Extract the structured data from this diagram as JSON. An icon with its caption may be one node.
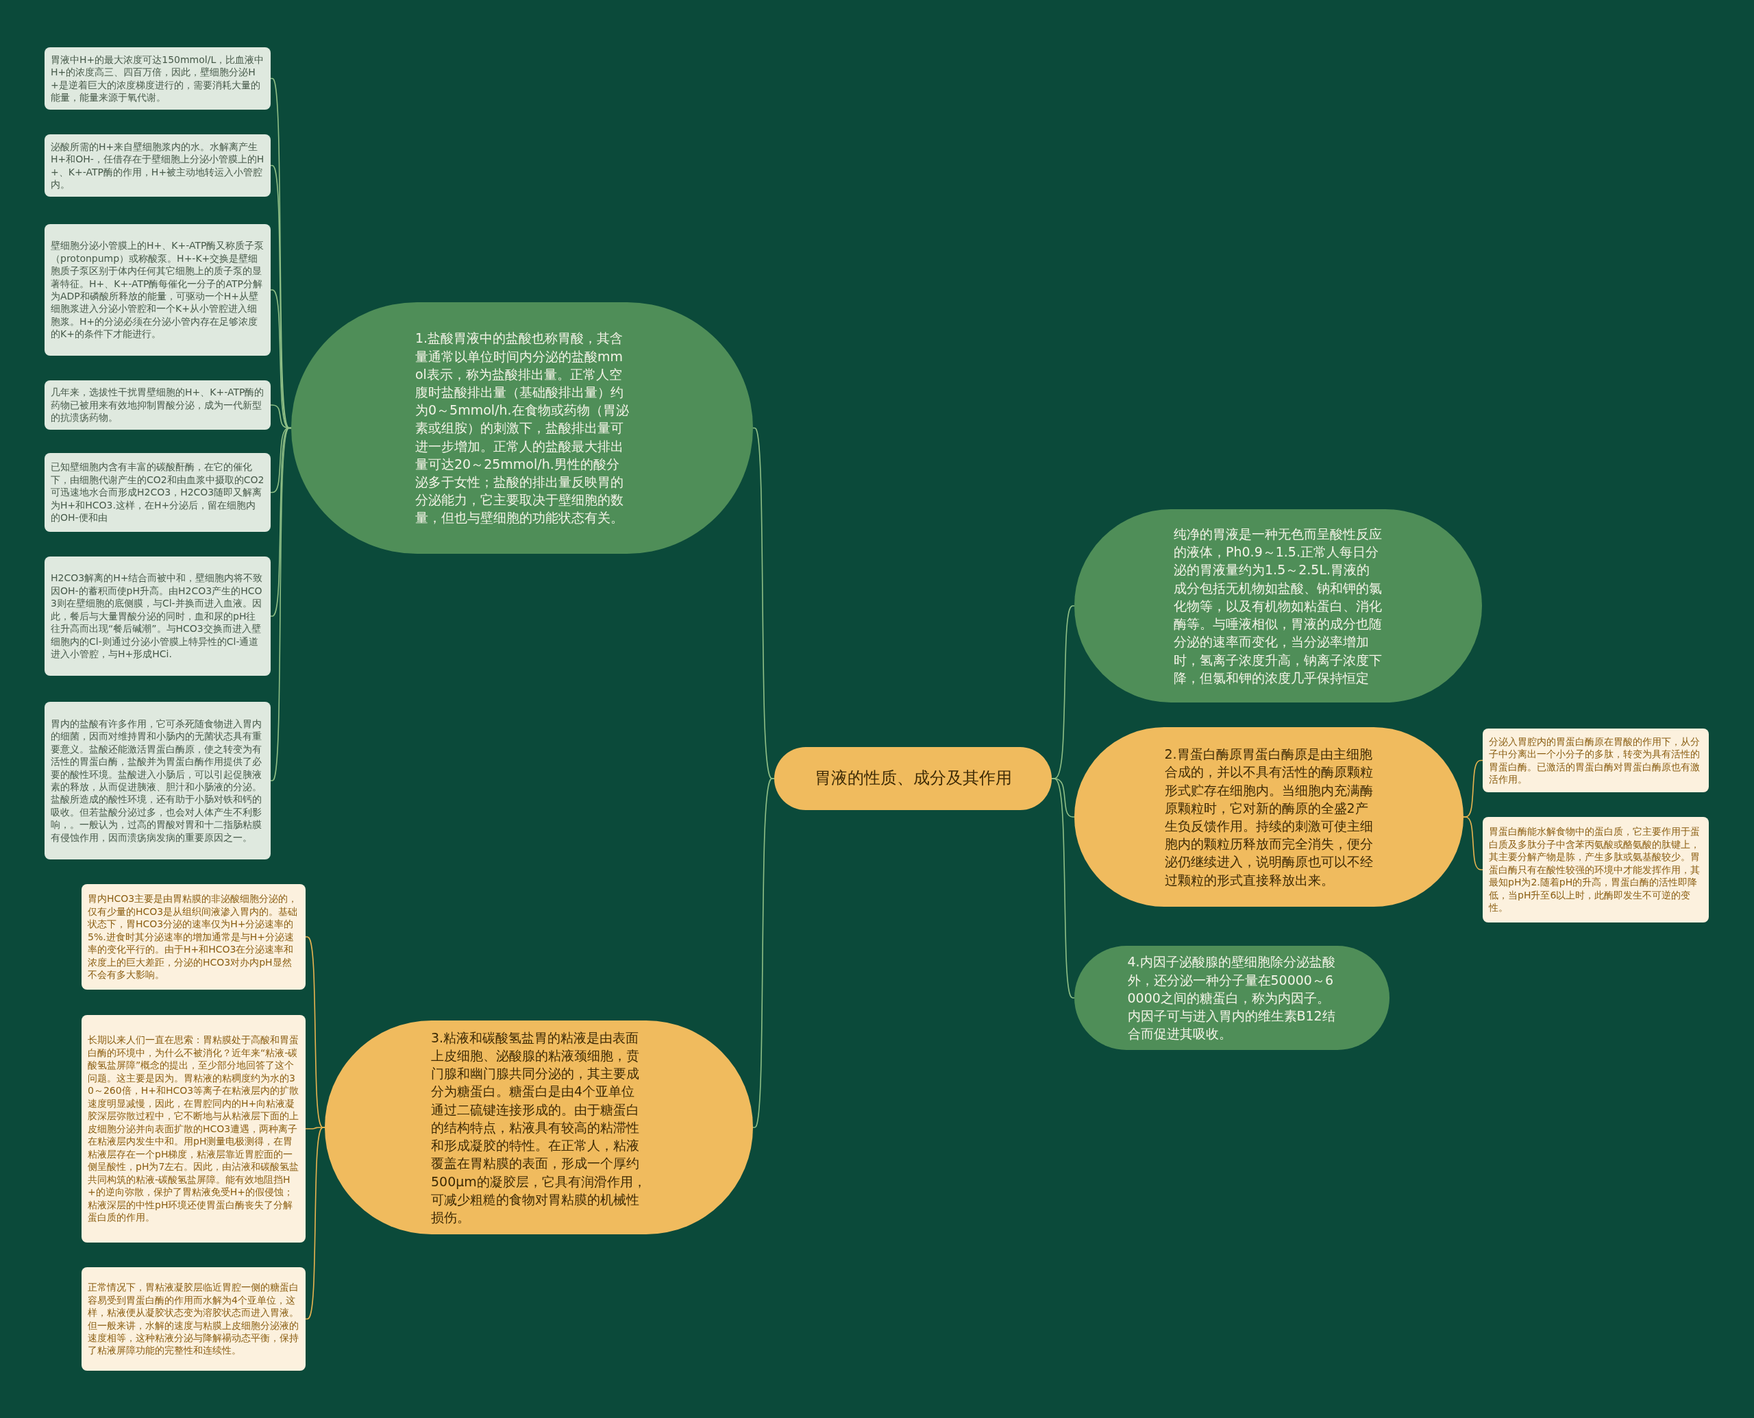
{
  "diagram": {
    "nodes": [
      {
        "text": [
          "胃液的性质、成分及其作用"
        ]
      },
      {
        "text": [
          "1.盐酸胃液中的盐酸也称胃酸，其含量通常以单位时间内分泌的盐酸mmol表示，称为盐酸排出量。正常人空腹时盐酸排出量（基础酸排出量）约为0～5mmol/h.在食物或药物（胃泌素或组胺）的刺激下，盐酸排出量可进一步增加。正常人的盐酸最大排出量可达20～25mmol/h.男性的酸分泌多于女性；盐酸的排出量反映胃的分泌能力，它主要取决于壁细胞的数量，但也与壁细胞的功能状态有关。"
        ]
      },
      {
        "text": [
          "胃液中H+的最大浓度可达150mmol/L，比血液中H+的浓度高三、四百万倍，因此，壁细胞分泌H+是逆着巨大的浓度梯度进行的，需要消耗大量的能量，能量来源于氧代谢。"
        ]
      },
      {
        "text": [
          "泌酸所需的H+来自壁细胞浆内的水。水解离产生H+和OH-，任借存在于壁细胞上分泌小管膜上的H+、K+-ATP酶的作用，H+被主动地转运入小管腔内。"
        ]
      },
      {
        "text": [
          "壁细胞分泌小管膜上的H+、K+-ATP酶又称质子泵（protonpump）或称酸泵。H+-K+交换是壁细胞质子泵区别于体内任何其它细胞上的质子泵的显著特征。H+、K+-ATP酶每催化一分子的ATP分解为ADP和磷酸所释放的能量，可驱动一个H+从壁细胞浆进入分泌小管腔和一个K+从小管腔进入细胞浆。H+的分泌必须在分泌小管内存在足够浓度的K+的条件下才能进行。"
        ]
      },
      {
        "text": [
          "几年来，选拔性干扰胃壁细胞的H+、K+-ATP酶的药物已被用来有效地抑制胃酸分泌，成为一代新型的抗溃疡药物。"
        ]
      },
      {
        "text": [
          "已知壁细胞内含有丰富的碳酸酐酶，在它的催化下，由细胞代谢产生的CO2和由血浆中摄取的CO2可迅速地水合而形成H2CO3，H2CO3随即又解离为H+和HCO3.这样，在H+分泌后，留在细胞内的OH-便和由"
        ]
      },
      {
        "text": [
          "H2CO3解离的H+结合而被中和，壁细胞内将不致因OH-的蓄积而使pH升高。由H2CO3产生的HCO3则在壁细胞的底侧膜，与Cl-并换而进入血液。因此，餐后与大量胃酸分泌的同时，血和尿的pH往往升高而出现“餐后碱潮”。与HCO3交换而进入壁细胞内的Cl-则通过分泌小管膜上特异性的Cl-通道进入小管腔，与H+形成HCi."
        ]
      },
      {
        "text": [
          "胃内的盐酸有许多作用，它可杀死随食物进入胃内的细菌，因而对维持胃和小肠内的无菌状态具有重要意义。盐酸还能激活胃蛋白酶原，使之转变为有活性的胃蛋白酶，盐酸并为胃蛋白酶作用提供了必要的酸性环境。盐酸进入小肠后，可以引起促胰液素的释放，从而促进胰液、胆汁和小肠液的分泌。盐酸所造成的酸性环境，还有助于小肠对铁和钙的吸收。但若盐酸分泌过多，也会对人体产生不利影响，。一般认为，过高的胃酸对胃和十二指肠粘膜有侵蚀作用，因而溃疡病发病的重要原因之一。"
        ]
      },
      {
        "text": [
          "纯净的胃液是一种无色而呈酸性反应的液体，Ph0.9～1.5.正常人每日分泌的胃液量约为1.5～2.5L.胃液的成分包括无机物如盐酸、钠和钾的氯化物等，以及有机物如粘蛋白、消化酶等。与唾液相似，胃液的成分也随分泌的速率而变化，当分泌率增加时，氢离子浓度升高，钠离子浓度下降，但氯和钾的浓度几乎保持恒定"
        ]
      },
      {
        "text": [
          "2.胃蛋白酶原胃蛋白酶原是由主细胞合成的，并以不具有活性的酶原颗粒形式贮存在细胞内。当细胞内充满酶原颗粒时，它对新的酶原的全盛2产生负反馈作用。持续的刺激可使主细胞内的颗粒历释放而完全消失，便分泌仍继续进入，说明酶原也可以不经过颗粒的形式直接释放出来。"
        ]
      },
      {
        "text": [
          "分泌入胃腔内的胃蛋白酶原在胃酸的作用下，从分子中分离出一个小分子的多肽，转变为具有活性的胃蛋白酶。已激活的胃蛋白酶对胃蛋白酶原也有激活作用。"
        ]
      },
      {
        "text": [
          "胃蛋白酶能水解食物中的蛋白质，它主要作用于蛋白质及多肽分子中含苯丙氨酸或酪氨酸的肽键上，其主要分解产物是胨，产生多肽或氨基酸较少。胃蛋白酶只有在酸性较强的环境中才能发挥作用，其最知pH为2.随着pH的升高，胃蛋白酶的活性即降低，当pH升至6以上时，此酶即发生不可逆的变性。"
        ]
      },
      {
        "text": [
          "4.内因子泌酸腺的壁细胞除分泌盐酸外，还分泌一种分子量在50000～60000之间的糖蛋白，称为内因子。内因子可与进入胃内的维生素B12结合而促进其吸收。"
        ]
      },
      {
        "text": [
          "3.粘液和碳酸氢盐胃的粘液是由表面上皮细胞、泌酸腺的粘液颈细胞，贲门腺和幽门腺共同分泌的，其主要成分为糖蛋白。糖蛋白是由4个亚单位通过二硫键连接形成的。由于糖蛋白的结构特点，粘液具有较高的粘滞性和形成凝胶的特性。在正常人，粘液覆盖在胃粘膜的表面，形成一个厚约500μm的凝胶层，它具有润滑作用，可减少粗糙的食物对胃粘膜的机械性损伤。"
        ]
      },
      {
        "text": [
          "胃内HCO3主要是由胃粘膜的非泌酸细胞分泌的，仅有少量的HCO3是从组织间液渗入胃内的。基础状态下，胃HCO3分泌的速率仅为H+分泌速率的5%.进食时其分泌速率的增加通常是与H+分泌速率的变化平行的。由于H+和HCO3在分泌速率和浓度上的巨大差距，分泌的HCO3对办内pH显然不会有多大影响。"
        ]
      },
      {
        "text": [
          "长期以来人们一直在思索：胃粘膜处于高酸和胃蛋白酶的环境中，为什么不被消化？近年来“粘液-碳酸氢盐屏障”概念的提出，至少部分地回答了这个问题。这主要是因为。胃粘液的粘稠度约为水的30～260倍，H+和HCO3等离子在粘液层内的扩散速度明显减慢，因此，在胃腔同内的H+向粘液凝胶深层弥散过程中，它不断地与从粘液层下面的上皮细胞分泌并向表面扩散的HCO3遭遇，两种离子在粘液层内发生中和。用pH测量电极测得，在胃粘液层存在一个pH梯度，粘液层靠近胃腔面的一侧呈酸性，pH为7左右。因此，由沾液和碳酸氢盐共同构筑的粘液-碳酸氢盐屏障。能有效地阻挡H+的逆向弥散，保护了胃粘液免受H+的假侵蚀；粘液深层的中性pH环境还使胃蛋白酶丧失了分解蛋白质的作用。"
        ]
      },
      {
        "text": [
          "正常情况下，胃粘液凝胶层临近胃腔一侧的糖蛋白容易受到胃蛋白酶的作用而水解为4个亚单位，这样，粘液便从凝胶状态变为溶胶状态而进入胃液。但一般来讲，水解的速度与粘膜上皮细胞分泌液的速度相等，这种粘液分泌与降解禓动态平衡，保持了粘液屏障功能的完整性和连续性。"
        ]
      }
    ],
    "edges": [
      {
        "from": 0,
        "to": 1,
        "arrow": "none"
      },
      {
        "from": 1,
        "to": 2,
        "arrow": "none"
      },
      {
        "from": 1,
        "to": 3,
        "arrow": "none"
      },
      {
        "from": 1,
        "to": 4,
        "arrow": "none"
      },
      {
        "from": 1,
        "to": 5,
        "arrow": "none"
      },
      {
        "from": 1,
        "to": 6,
        "arrow": "none"
      },
      {
        "from": 1,
        "to": 7,
        "arrow": "none"
      },
      {
        "from": 1,
        "to": 8,
        "arrow": "none"
      },
      {
        "from": 0,
        "to": 9,
        "arrow": "none"
      },
      {
        "from": 0,
        "to": 10,
        "arrow": "none"
      },
      {
        "from": 10,
        "to": 11,
        "arrow": "none",
        "color": "#e8b450"
      },
      {
        "from": 10,
        "to": 12,
        "arrow": "none",
        "color": "#e8b450"
      },
      {
        "from": 0,
        "to": 13,
        "arrow": "none"
      },
      {
        "from": 0,
        "to": 14,
        "arrow": "none"
      },
      {
        "from": 14,
        "to": 15,
        "arrow": "none",
        "color": "#e8b450"
      },
      {
        "from": 14,
        "to": 16,
        "arrow": "none",
        "color": "#e8b450"
      },
      {
        "from": 14,
        "to": 17,
        "arrow": "none",
        "color": "#e8b450"
      }
    ]
  }
}
